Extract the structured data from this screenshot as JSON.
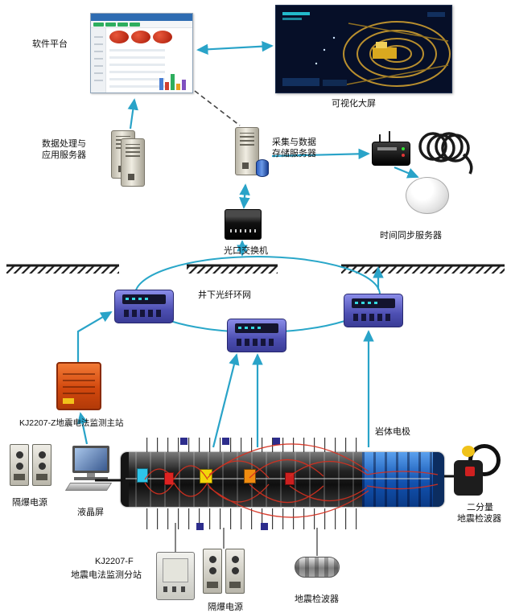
{
  "labels": {
    "software_platform": "软件平台",
    "visual_screen": "可视化大屏",
    "app_server_1": "数据处理与",
    "app_server_2": "应用服务器",
    "storage_server_1": "采集与数据",
    "storage_server_2": "存储服务器",
    "time_sync": "时间同步服务器",
    "switch": "光口交换机",
    "ring": "井下光纤环网",
    "main_station": "KJ2207-Z地震电法监测主站",
    "rock_electrode": "岩体电极",
    "power_left": "隔爆电源",
    "lcd": "液晶屏",
    "substation_1": "KJ2207-F",
    "substation_2": "地震电法监测分站",
    "power_bottom": "隔爆电源",
    "geophone": "地震检波器",
    "two_comp_1": "二分量",
    "two_comp_2": "地震检波器"
  },
  "colors": {
    "arrow": "#29a3c8",
    "ring_stroke": "#2aa7c9",
    "field_line": "#d6301f",
    "main_station": "#d2480e",
    "substation_module": "#4d4fb2",
    "tunnel_blue": "#1252b0"
  }
}
